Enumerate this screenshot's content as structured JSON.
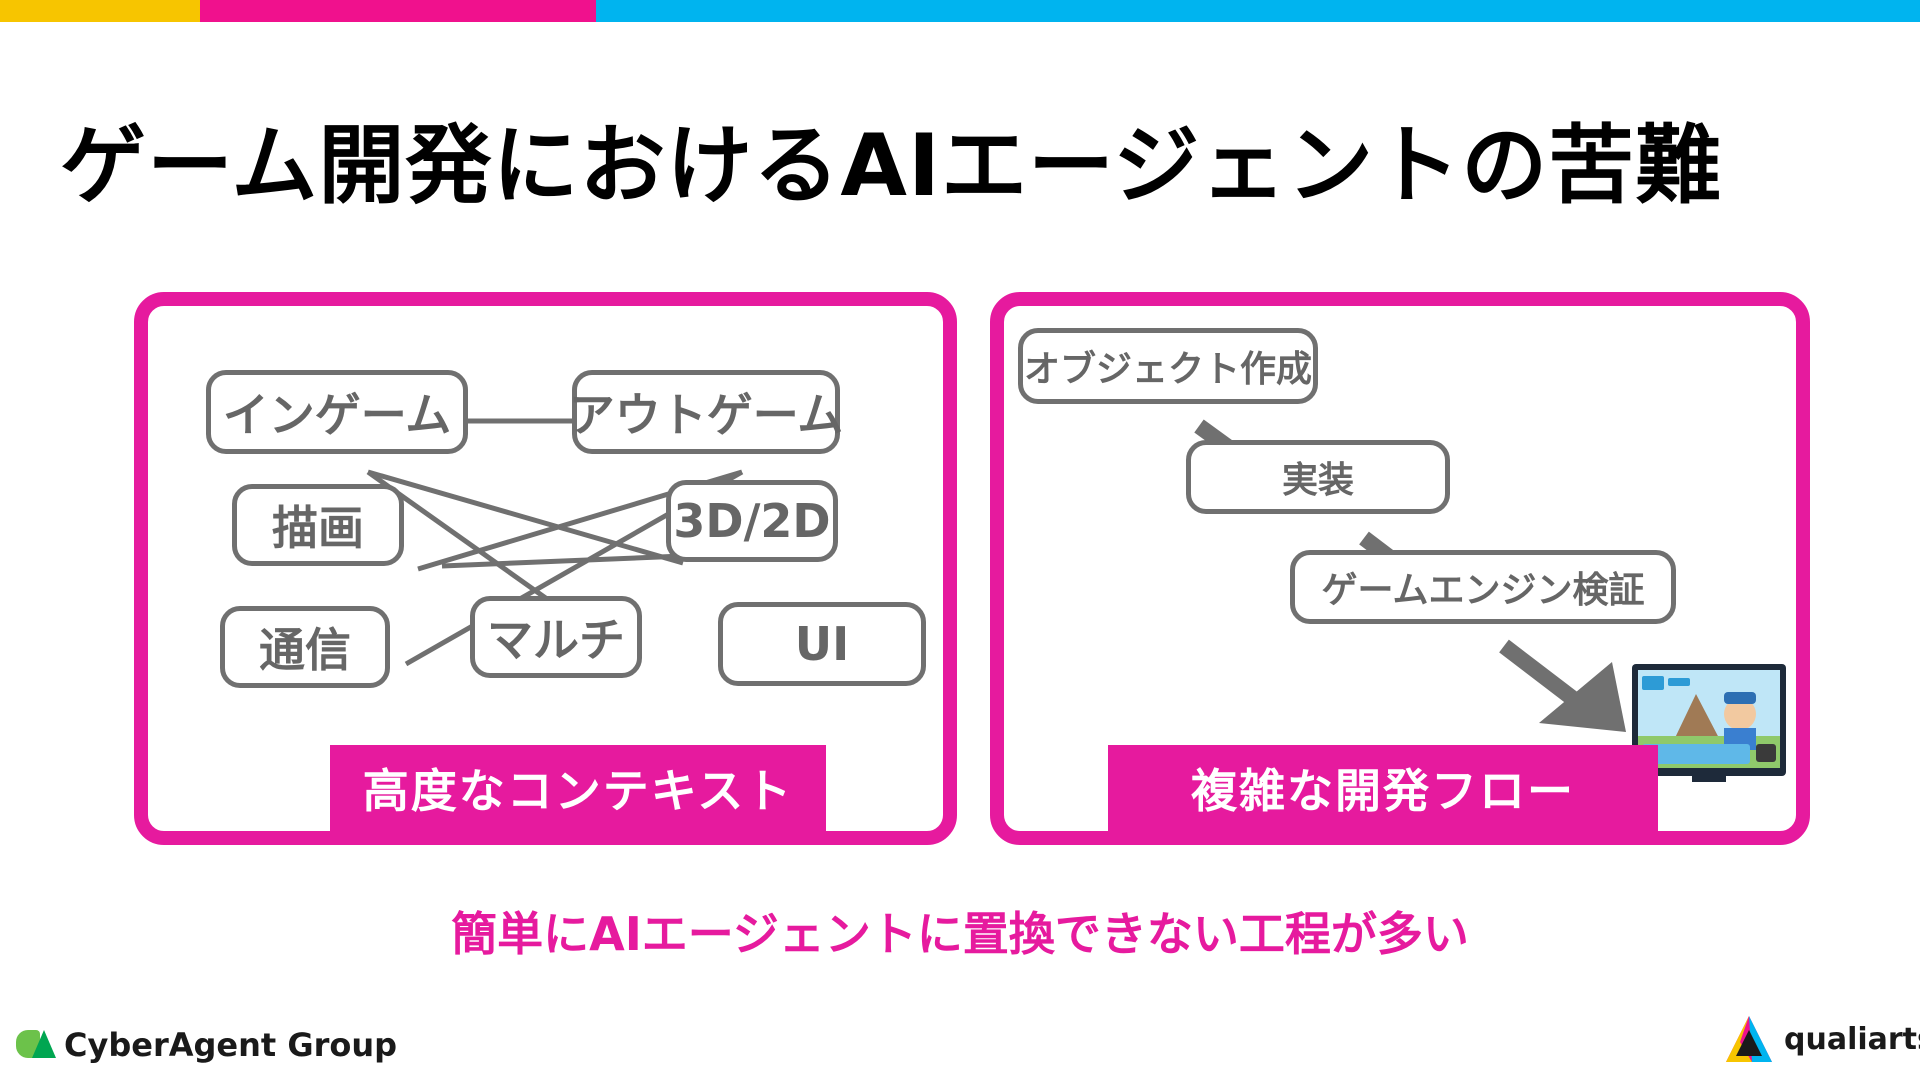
{
  "header": {
    "title": "ゲーム開発におけるAIエージェントの苦難"
  },
  "panels": {
    "context": {
      "caption": "高度なコンテキスト",
      "nodes": {
        "ingame": "インゲーム",
        "outgame": "アウトゲーム",
        "rendering": "描画",
        "dimension": "3D/2D",
        "network": "通信",
        "multi": "マルチ",
        "ui": "UI"
      }
    },
    "flow": {
      "caption": "複雑な開発フロー",
      "steps": {
        "create": "オブジェクト作成",
        "implement": "実装",
        "verify": "ゲームエンジン検証"
      }
    }
  },
  "subtitle": "簡単にAIエージェントに置換できない工程が多い",
  "footer": {
    "left_logo_text": "CyberAgent Group",
    "right_logo_text": "qualiarts"
  },
  "colors": {
    "accent_pink": "#e61a9e",
    "bar_yellow": "#f7c500",
    "bar_pink": "#f0118d",
    "bar_cyan": "#00b4ef",
    "node_border": "#707070"
  }
}
